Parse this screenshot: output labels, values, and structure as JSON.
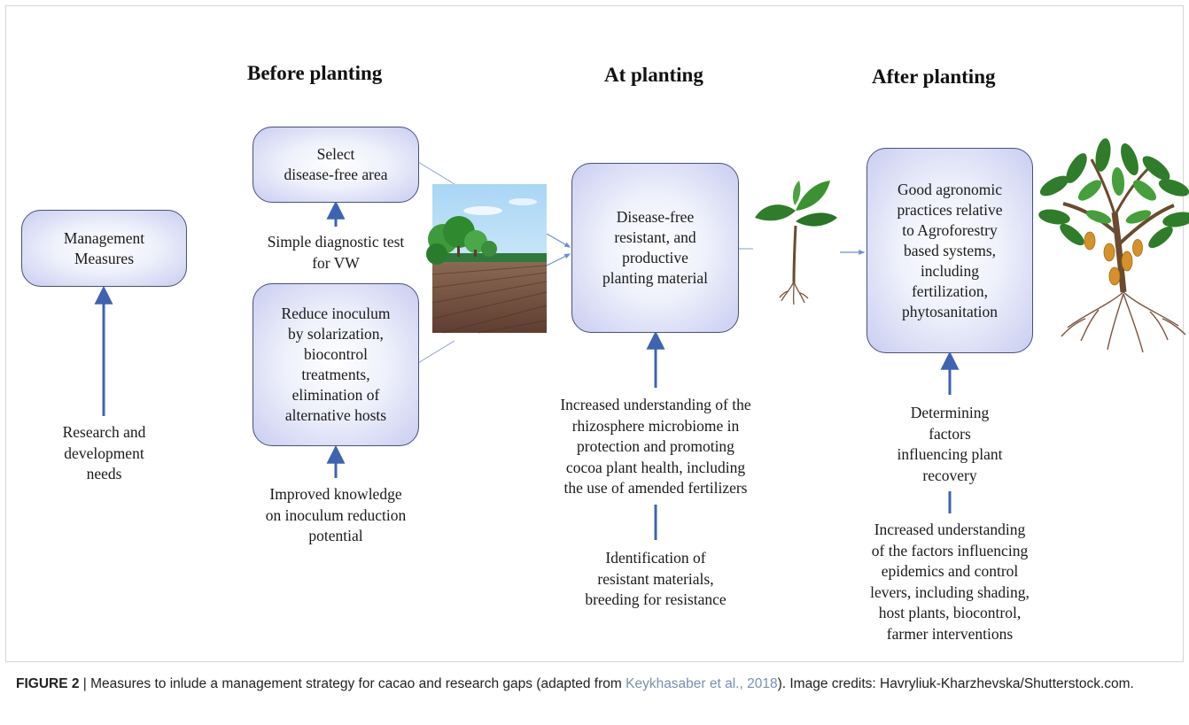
{
  "phases": {
    "before": "Before planting",
    "at": "At planting",
    "after": "After planting"
  },
  "boxes": {
    "management": [
      "Management",
      "Measures"
    ],
    "select_area": [
      "Select",
      "disease-free area"
    ],
    "reduce_inoculum": [
      "Reduce inoculum",
      "by solarization,",
      "biocontrol",
      "treatments,",
      "elimination  of",
      "alternative hosts"
    ],
    "planting_material": [
      "Disease-free",
      "resistant, and",
      "productive",
      "planting material"
    ],
    "agronomic": [
      "Good agronomic",
      "practices relative",
      "to Agroforestry",
      "based systems,",
      "including",
      "fertilization,",
      "phytosanitation"
    ]
  },
  "notes": {
    "research": [
      "Research and",
      "development",
      "needs"
    ],
    "diagnostic": [
      "Simple diagnostic test",
      "for VW"
    ],
    "inoculum_knowledge": [
      "Improved knowledge",
      "on inoculum reduction",
      "potential"
    ],
    "rhizosphere": [
      "Increased understanding of the",
      "rhizosphere microbiome in",
      "protection and promoting",
      "cocoa plant health, including",
      "the use of amended fertilizers"
    ],
    "resistant": [
      "Identification of",
      "resistant materials,",
      "breeding for resistance"
    ],
    "recovery": [
      "Determining",
      "factors",
      "influencing plant",
      "recovery"
    ],
    "epidemics": [
      "Increased understanding",
      "of the factors influencing",
      "epidemics and control",
      "levers, including  shading,",
      "host plants, biocontrol,",
      "farmer interventions"
    ]
  },
  "caption": {
    "label": "FIGURE 2",
    "separator": " | ",
    "text_before": "Measures to inlude a management strategy for cacao and research gaps (adapted from ",
    "reference": "Keykhasaber et al., 2018",
    "text_after": "). Image credits: Havryliuk-Kharzhevska/Shutterstock.com."
  },
  "colors": {
    "arrow": "#3f63b0",
    "box_border": "#4a4f7a",
    "box_fill_edge": "#c9cdf0",
    "leaf": "#3d8a2e",
    "pod": "#d4922a",
    "soil": "#7a5440",
    "sky": "#bfe0f5"
  }
}
